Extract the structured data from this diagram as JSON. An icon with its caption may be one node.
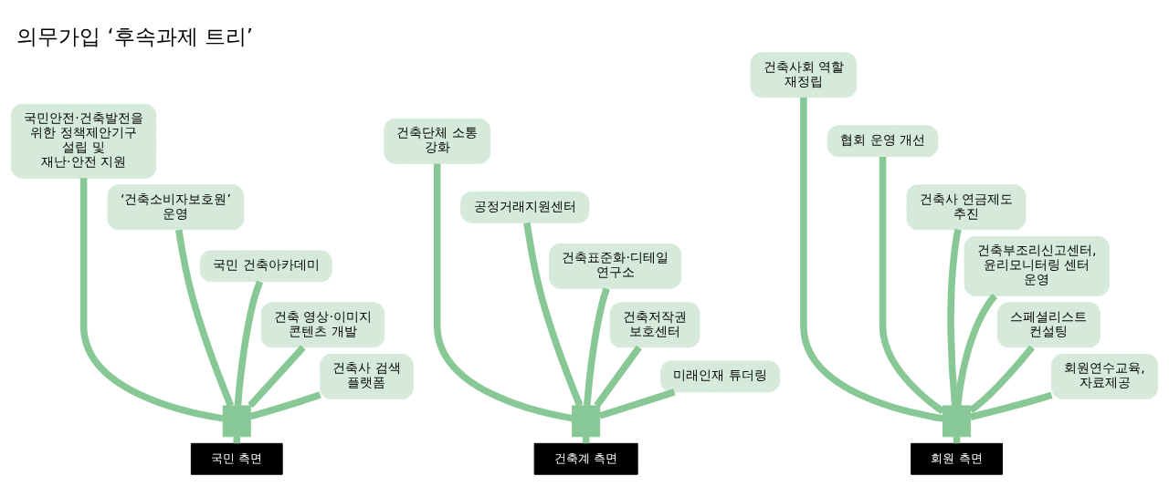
{
  "diagram": {
    "title": "의무가입 ‘후속과제 트리’",
    "nodes": [
      {
        "text": [
          "국민안전·건축발전을 위한 정책제안기구 설립 및 재난·안전 지원"
        ]
      },
      {
        "text": [
          "‘건축소비자보호원’ 운영"
        ]
      },
      {
        "text": [
          "국민 건축아카데미"
        ]
      },
      {
        "text": [
          "건축 영상·이미지 콘텐츠 개발"
        ]
      },
      {
        "text": [
          "건축사 검색 플랫폼"
        ]
      },
      {
        "text": [],
        "shape": "bar"
      },
      {
        "text": [
          "국민 측면"
        ]
      },
      {
        "text": [
          "건축단체 소통 강화"
        ]
      },
      {
        "text": [
          "공정거래지원센터"
        ]
      },
      {
        "text": [
          "건축표준화·디테일 연구소"
        ]
      },
      {
        "text": [
          "건축저작권 보호센터"
        ]
      },
      {
        "text": [
          "미래인재 튜더링"
        ]
      },
      {
        "text": [],
        "shape": "bar"
      },
      {
        "text": [
          "건축계 측면"
        ]
      },
      {
        "text": [
          "건축사회 역할 재정립"
        ]
      },
      {
        "text": [
          "협회 운영 개선"
        ]
      },
      {
        "text": [
          "건축사 연금제도 추진"
        ]
      },
      {
        "text": [
          "건축부조리신고센터, 윤리모니터링 센터 운영"
        ]
      },
      {
        "text": [
          "스페셜리스트 컨설팅"
        ]
      },
      {
        "text": [
          "회원연수교육, 자료제공"
        ]
      },
      {
        "text": [],
        "shape": "bar"
      },
      {
        "text": [
          "회원 측면"
        ]
      }
    ],
    "edges": [
      {
        "from": 6,
        "to": 5,
        "arrow": "none"
      },
      {
        "from": 5,
        "to": 0,
        "arrow": "none"
      },
      {
        "from": 5,
        "to": 1,
        "arrow": "none"
      },
      {
        "from": 5,
        "to": 2,
        "arrow": "none"
      },
      {
        "from": 5,
        "to": 3,
        "arrow": "none"
      },
      {
        "from": 5,
        "to": 4,
        "arrow": "none"
      },
      {
        "from": 13,
        "to": 12,
        "arrow": "none"
      },
      {
        "from": 12,
        "to": 7,
        "arrow": "none"
      },
      {
        "from": 12,
        "to": 8,
        "arrow": "none"
      },
      {
        "from": 12,
        "to": 9,
        "arrow": "none"
      },
      {
        "from": 12,
        "to": 10,
        "arrow": "none"
      },
      {
        "from": 12,
        "to": 11,
        "arrow": "none"
      },
      {
        "from": 21,
        "to": 20,
        "arrow": "none"
      },
      {
        "from": 20,
        "to": 14,
        "arrow": "none"
      },
      {
        "from": 20,
        "to": 15,
        "arrow": "none"
      },
      {
        "from": 20,
        "to": 16,
        "arrow": "none"
      },
      {
        "from": 20,
        "to": 17,
        "arrow": "none"
      },
      {
        "from": 20,
        "to": 18,
        "arrow": "none"
      },
      {
        "from": 20,
        "to": 19,
        "arrow": "none"
      }
    ]
  }
}
